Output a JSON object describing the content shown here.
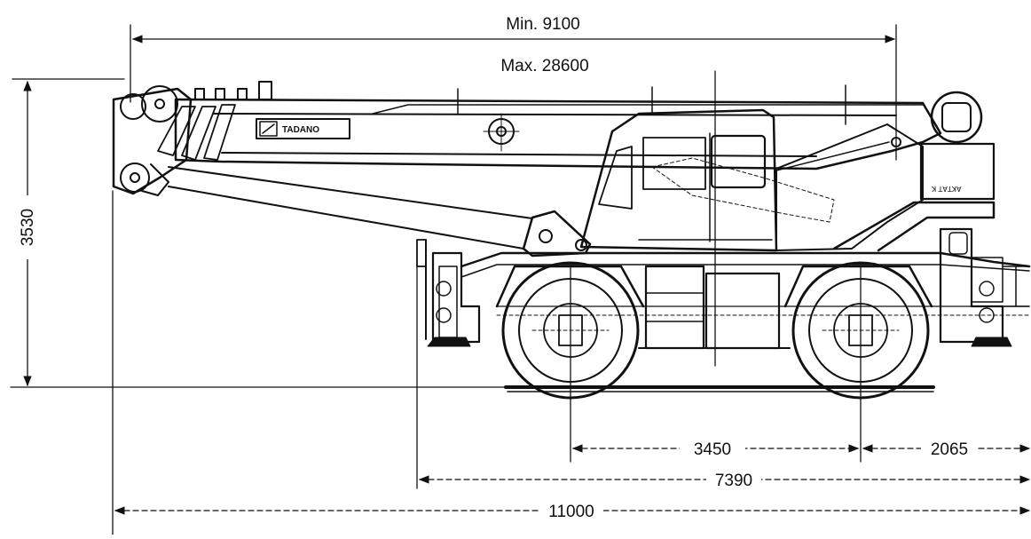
{
  "dimensions": {
    "boom_min": "Min. 9100",
    "boom_max": "Max. 28600",
    "height": "3530",
    "wheelbase": "3450",
    "rear_overhang": "2065",
    "body_length": "7390",
    "overall_length": "11000"
  },
  "vehicle": {
    "brand_text": "TADANO",
    "plate_text": "ꓘ ꓕꓯꓕꓘꓯ"
  },
  "colors": {
    "line": "#111111",
    "background": "#ffffff"
  }
}
